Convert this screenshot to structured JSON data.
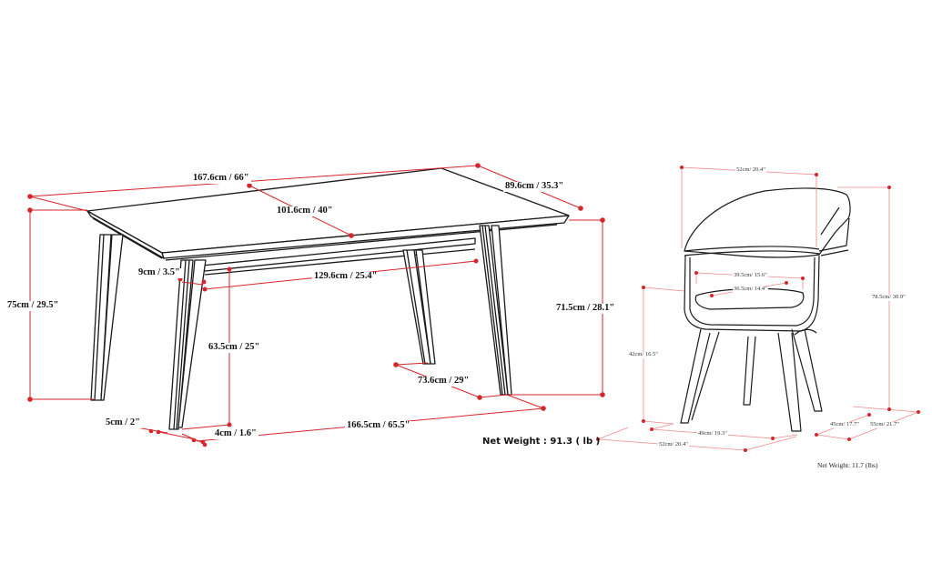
{
  "colors": {
    "dimension_line": "#d6262b",
    "chair_dimension_line": "#f08a8a",
    "outline": "#1a1a1a",
    "background": "#ffffff"
  },
  "table": {
    "name": "dining table",
    "dimensions": {
      "length_top": "167.6cm / 66\"",
      "depth_top": "89.6cm / 35.3\"",
      "center_span": "101.6cm / 40\"",
      "apron_height": "9cm / 3.5\"",
      "apron_length": "129.6cm / 25.4\"",
      "total_height": "75cm / 29.5\"",
      "height_under_top": "71.5cm / 28.1\"",
      "clearance_under_apron": "63.5cm / 25\"",
      "leg_span_depth": "73.6cm / 29\"",
      "leg_span_length": "166.5cm / 65.5\"",
      "leg_width": "5cm / 2\"",
      "leg_thickness": "4cm / 1.6\""
    },
    "net_weight": "Net Weight : 91.3 ( lb )"
  },
  "chair": {
    "name": "dining chair",
    "dimensions": {
      "width_top": "52cm/ 20.4\"",
      "total_height": "78.5cm/ 30.9\"",
      "seat_width_back": "39.5cm/ 15.6\"",
      "seat_width_front": "36.5cm/ 14.4\"",
      "seat_height": "42cm/ 16.5\"",
      "leg_span_width": "49cm/ 19.3\"",
      "base_width": "52cm/ 20.4\"",
      "leg_span_depth": "45cm/ 17.7\"",
      "base_depth": "55cm/ 21.7\""
    },
    "net_weight": "Net Weight: 11.7 (lbs)"
  }
}
